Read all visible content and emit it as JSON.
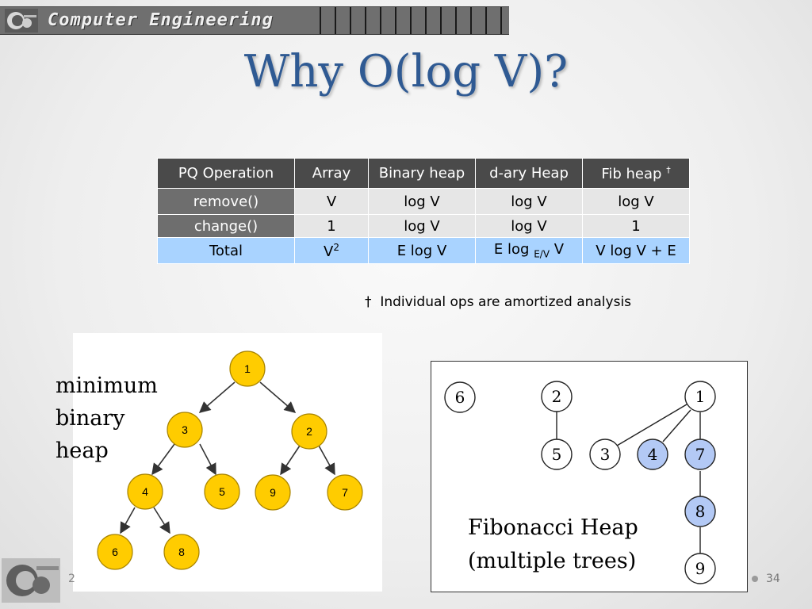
{
  "header": {
    "banner_text": "Computer Engineering"
  },
  "title": "Why O(log V)?",
  "table": {
    "headers": [
      "PQ Operation",
      "Array",
      "Binary heap",
      "d-ary Heap",
      "Fib heap"
    ],
    "dagger": "†",
    "rows": [
      {
        "op": "remove()",
        "array": "V",
        "binary": "log V",
        "dary": "log V",
        "fib": "log V"
      },
      {
        "op": "change()",
        "array": "1",
        "binary": "log V",
        "dary": "log V",
        "fib": "1"
      }
    ],
    "total": {
      "op": "Total",
      "array": "V",
      "array_sup": "2",
      "binary": "E log V",
      "dary_pre": "E log",
      "dary_sub": "E/V",
      "dary_post": "V",
      "fib": "V log V + E"
    }
  },
  "footnote": {
    "dagger": "†",
    "text": "Individual ops are amortized analysis"
  },
  "binary_heap": {
    "label_lines": [
      "minimum",
      "binary",
      "heap"
    ],
    "nodes": [
      "1",
      "3",
      "2",
      "4",
      "5",
      "9",
      "7",
      "6",
      "8"
    ],
    "node_color": "#ffcc00"
  },
  "fib_heap": {
    "nodes": [
      "6",
      "2",
      "5",
      "1",
      "3",
      "4",
      "7",
      "8",
      "9"
    ],
    "highlight_color": "#b3c9f5",
    "caption_lines": [
      "Fibonacci Heap",
      "(multiple trees)"
    ]
  },
  "footer": {
    "date": "2",
    "page": "34"
  },
  "colors": {
    "title": "#2f5a93",
    "table_header": "#4a4a4a",
    "total_row": "#a9d3ff"
  }
}
